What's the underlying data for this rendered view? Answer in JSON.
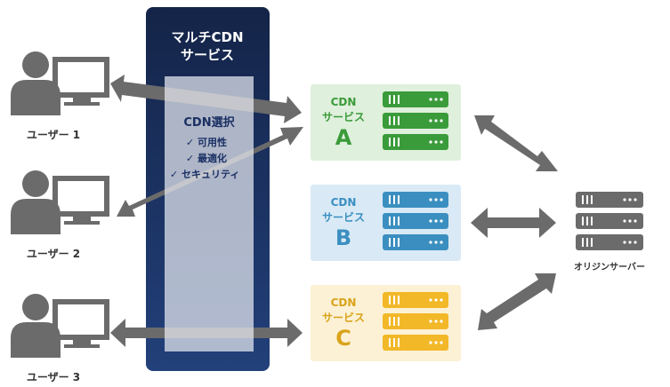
{
  "panel": {
    "title_line1": "マルチCDN",
    "title_line2": "サービス"
  },
  "selection": {
    "title": "CDN選択",
    "items": [
      "✓ 可用性",
      "✓ 最適化",
      "✓ セキュリティ"
    ]
  },
  "users": [
    {
      "label": "ユーザー 1"
    },
    {
      "label": "ユーザー 2"
    },
    {
      "label": "ユーザー 3"
    }
  ],
  "cdns": [
    {
      "line1": "CDN",
      "line2": "サービス",
      "letter": "A",
      "color": "#3a9b3a",
      "bg": "#dff0dc"
    },
    {
      "line1": "CDN",
      "line2": "サービス",
      "letter": "B",
      "color": "#3b8fc0",
      "bg": "#d9eaf6"
    },
    {
      "line1": "CDN",
      "line2": "サービス",
      "letter": "C",
      "color": "#d9a31a",
      "bg": "#fcf1d4"
    }
  ],
  "origin": {
    "label": "オリジンサーバー"
  },
  "colors": {
    "panel": "#1b2e5e",
    "arrow": "#6b6b6b",
    "person": "#6b6b6b",
    "overlay": "#e4e6ee"
  }
}
